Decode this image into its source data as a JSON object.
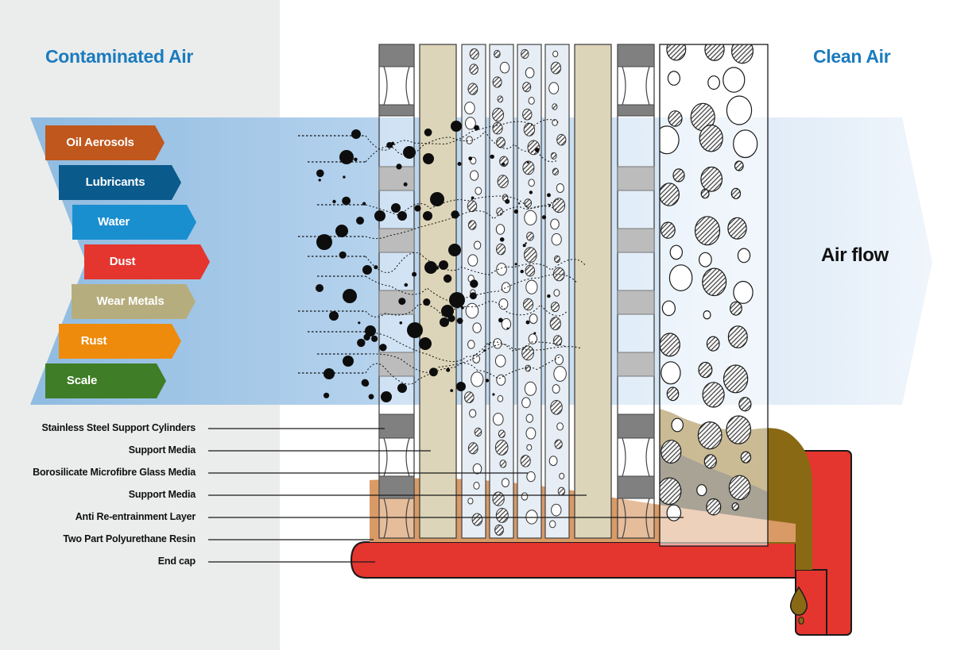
{
  "headings": {
    "contaminated": "Contaminated Air",
    "clean": "Clean Air",
    "airflow": "Air flow"
  },
  "contaminants": [
    {
      "label": "Oil Aerosols",
      "color": "#c0571d"
    },
    {
      "label": "Lubricants",
      "color": "#0a5a8c"
    },
    {
      "label": "Water",
      "color": "#1a8fd0"
    },
    {
      "label": "Dust",
      "color": "#e4352f"
    },
    {
      "label": "Wear Metals",
      "color": "#b6ad7e"
    },
    {
      "label": "Rust",
      "color": "#ee8b0c"
    },
    {
      "label": "Scale",
      "color": "#3f7d26"
    }
  ],
  "layers": [
    "Stainless Steel Support Cylinders",
    "Support Media",
    "Borosilicate Microfibre Glass Media",
    "Support Media",
    "Anti Re-entrainment Layer",
    "Two Part Polyurethane Resin",
    "End cap"
  ],
  "colors": {
    "heading": "#1a7bbf",
    "left_panel": "#ebedec",
    "airflow_arrow": "#9cc3e5",
    "end_cap": "#e4352f",
    "resin": "#d99a66",
    "oil": "#8a6914",
    "support_media": "#ddd5b9",
    "steel": "#808080"
  }
}
